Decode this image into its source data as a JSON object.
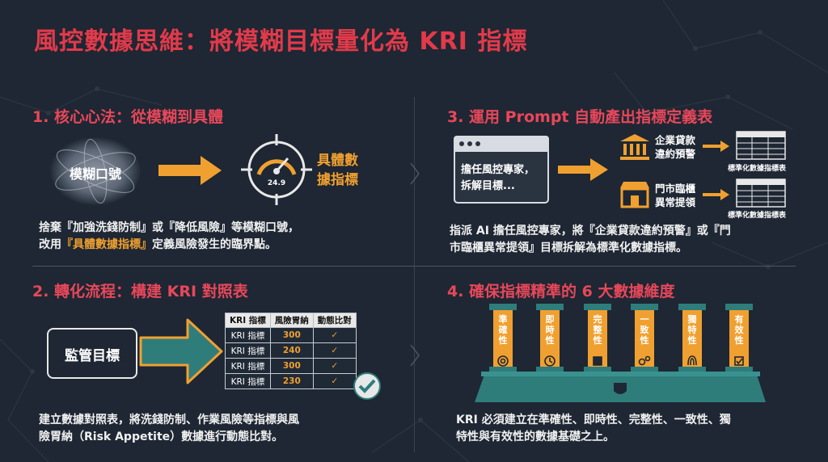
{
  "title": "風控數據思維：將模糊目標量化為 KRI 指標",
  "colors": {
    "background": "#1e2733",
    "title_red": "#e23a4a",
    "accent_orange": "#f0a030",
    "teal": "#2e7d7b"
  },
  "sec1": {
    "heading": "1. 核心心法：從模糊到具體",
    "blob_label": "模糊口號",
    "gauge_value": "24.9",
    "target_label_1": "具體數",
    "target_label_2": "據指標",
    "body_line1": "捨棄『加強洗錢防制』或『降低風險』等模糊口號，",
    "body_line2_a": "改用",
    "body_line2_hl": "『具體數據指標』",
    "body_line2_b": "定義風險發生的臨界點。"
  },
  "sec2": {
    "heading": "2. 轉化流程：構建 KRI 對照表",
    "goal_label": "監管目標",
    "table_headers": [
      "KRI 指標",
      "風險胃納",
      "動態比對"
    ],
    "table_rows": [
      {
        "kri": "KRI 指標",
        "appetite": "300",
        "check": "✓"
      },
      {
        "kri": "KRI 指標",
        "appetite": "240",
        "check": "✓"
      },
      {
        "kri": "KRI 指標",
        "appetite": "300",
        "check": "✓"
      },
      {
        "kri": "KRI 指標",
        "appetite": "230",
        "check": "✓"
      }
    ],
    "body_line1": "建立數據對照表，將洗錢防制、作業風險等指標與風",
    "body_line2": "險胃納（Risk Appetite）數據進行動態比對。"
  },
  "sec3": {
    "heading": "3. 運用 Prompt 自動產出指標定義表",
    "prompt_line1": "擔任風控專家，",
    "prompt_line2": "拆解目標...",
    "item1_line1": "企業貸款",
    "item1_line2": "違約預警",
    "item2_line1": "門市臨櫃",
    "item2_line2": "異常提領",
    "table_caption": "標準化數據指標表",
    "body_line1": "指派 AI 擔任風控專家，將『企業貸款違約預警』或『門",
    "body_line2": "市臨櫃異常提領』目標拆解為標準化數據指標。"
  },
  "sec4": {
    "heading": "4. 確保指標精準的 6 大數據維度",
    "pillars": [
      {
        "label": "準確性",
        "icon": "target-icon"
      },
      {
        "label": "即時性",
        "icon": "clock-icon"
      },
      {
        "label": "完整性",
        "icon": "puzzle-icon"
      },
      {
        "label": "一致性",
        "icon": "gears-icon"
      },
      {
        "label": "獨特性",
        "icon": "fingerprint-icon"
      },
      {
        "label": "有效性",
        "icon": "checkbox-icon"
      }
    ],
    "body_line1": "KRI 必須建立在準確性、即時性、完整性、一致性、獨",
    "body_line2": "特性與有效性的數據基礎之上。"
  }
}
